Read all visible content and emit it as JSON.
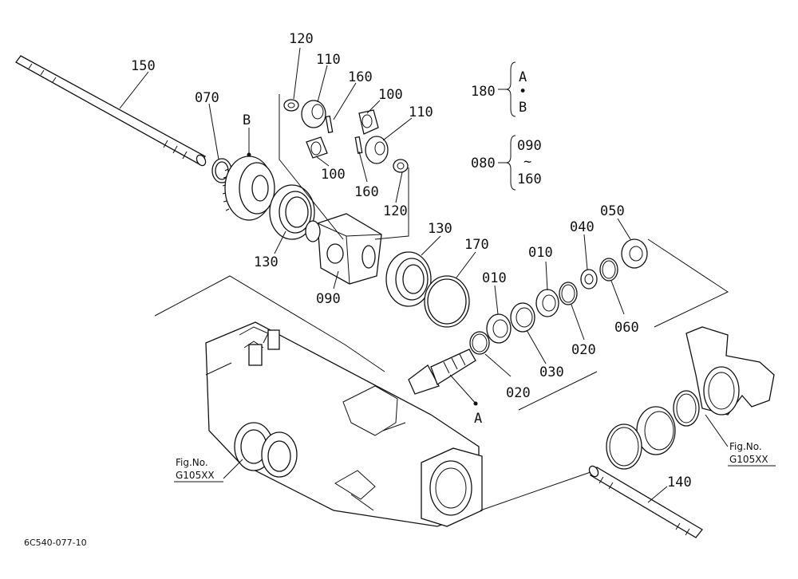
{
  "labels": {
    "p150": "150",
    "p070": "070",
    "pB": "B",
    "p120a": "120",
    "p110a": "110",
    "p160a": "160",
    "p100a": "100",
    "p110b": "110",
    "p100b": "100",
    "p160b": "160",
    "p120b": "120",
    "p130a": "130",
    "p090": "090",
    "p130b": "130",
    "p170": "170",
    "p010a": "010",
    "p010b": "010",
    "p040": "040",
    "p050": "050",
    "p020a": "020",
    "p030": "030",
    "p060": "060",
    "p020b": "020",
    "pA": "A",
    "p140": "140"
  },
  "kits": {
    "k180": {
      "number": "180",
      "from": "A",
      "sep": "•",
      "to": "B"
    },
    "k080": {
      "number": "080",
      "from": "090",
      "sep": "~",
      "to": "160"
    }
  },
  "references": {
    "left": {
      "line1": "Fig.No.",
      "line2": "G105XX"
    },
    "right": {
      "line1": "Fig.No.",
      "line2": "G105XX"
    }
  },
  "drawing_code": "6C540-077-10"
}
